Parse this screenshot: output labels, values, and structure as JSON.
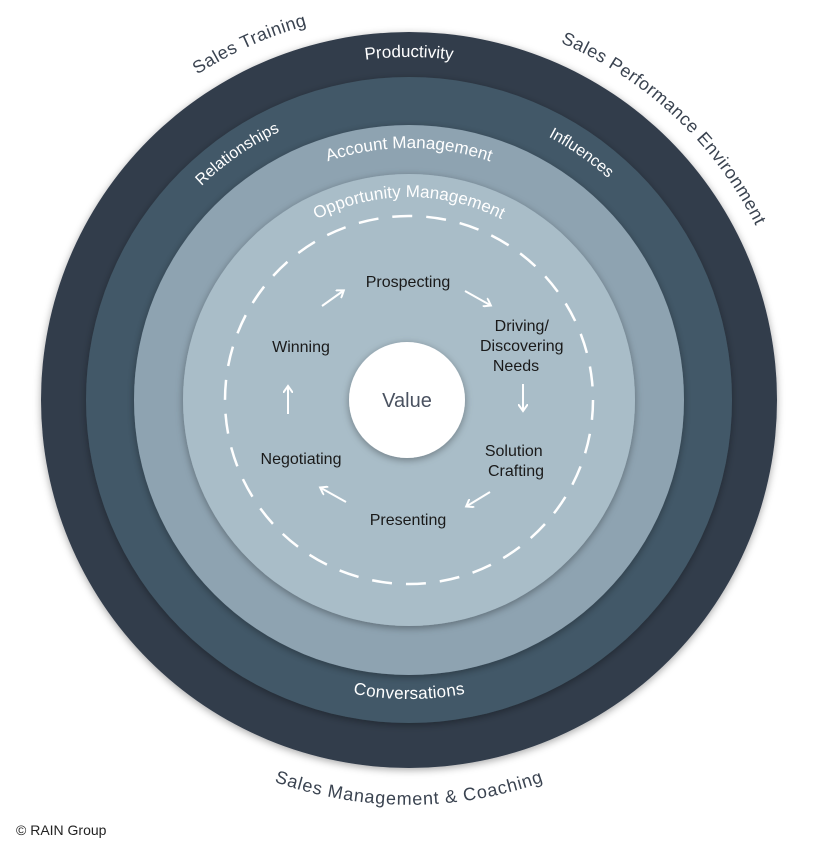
{
  "outer_labels": {
    "top_left": "Sales Training",
    "top_right": "Sales Performance Environment",
    "bottom": "Sales Management & Coaching"
  },
  "rings": {
    "ring1": {
      "label": "Productivity",
      "color": "#323c4b"
    },
    "ring2": {
      "label_left": "Relationships",
      "label_right": "Influences",
      "label_bottom": "Conversations",
      "color": "#425967"
    },
    "ring3": {
      "label": "Account Management",
      "color": "#8ea3b1"
    },
    "ring4": {
      "label": "Opportunity Management",
      "color": "#a9bdc8"
    }
  },
  "center": {
    "label": "Value",
    "color": "#ffffff"
  },
  "cycle": {
    "steps": [
      {
        "label": "Prospecting"
      },
      {
        "label_lines": [
          "Driving/",
          "Discovering",
          "Needs"
        ]
      },
      {
        "label_lines": [
          "Solution",
          "Crafting"
        ]
      },
      {
        "label": "Presenting"
      },
      {
        "label": "Negotiating"
      },
      {
        "label": "Winning"
      }
    ]
  },
  "copyright": "© RAIN Group",
  "colors": {
    "outer_label_text": "#3a4350",
    "ring_label_text": "#ffffff",
    "cycle_text": "#1a1a1a",
    "value_text": "#4a5260"
  }
}
